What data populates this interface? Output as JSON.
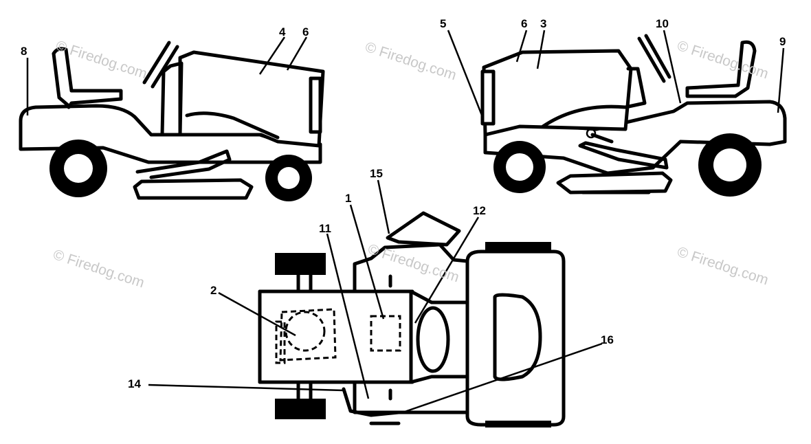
{
  "callouts": [
    "1",
    "2",
    "3",
    "4",
    "5",
    "6",
    "6",
    "8",
    "9",
    "10",
    "11",
    "12",
    "14",
    "15",
    "16"
  ],
  "watermark": "© Firedog.com",
  "colors": {
    "line": "#000000",
    "background": "#ffffff",
    "watermark": "#c8c8c8"
  }
}
